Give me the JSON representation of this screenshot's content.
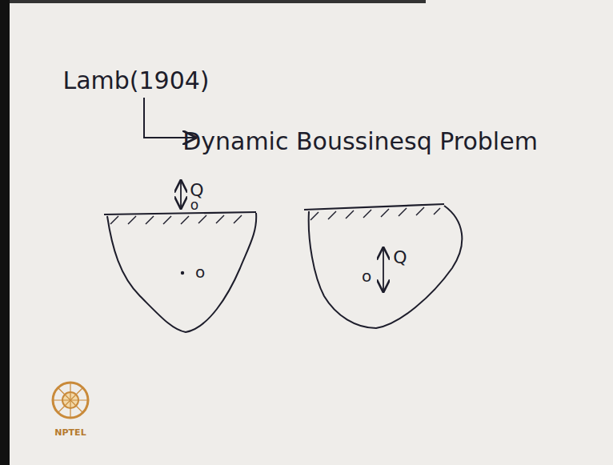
{
  "diagram": {
    "title": "Lamb(1904)",
    "labels": [
      "Dynamic Boussinesq Problem",
      "Q",
      "o",
      "o",
      "o",
      "Q",
      "NPTEL"
    ]
  }
}
